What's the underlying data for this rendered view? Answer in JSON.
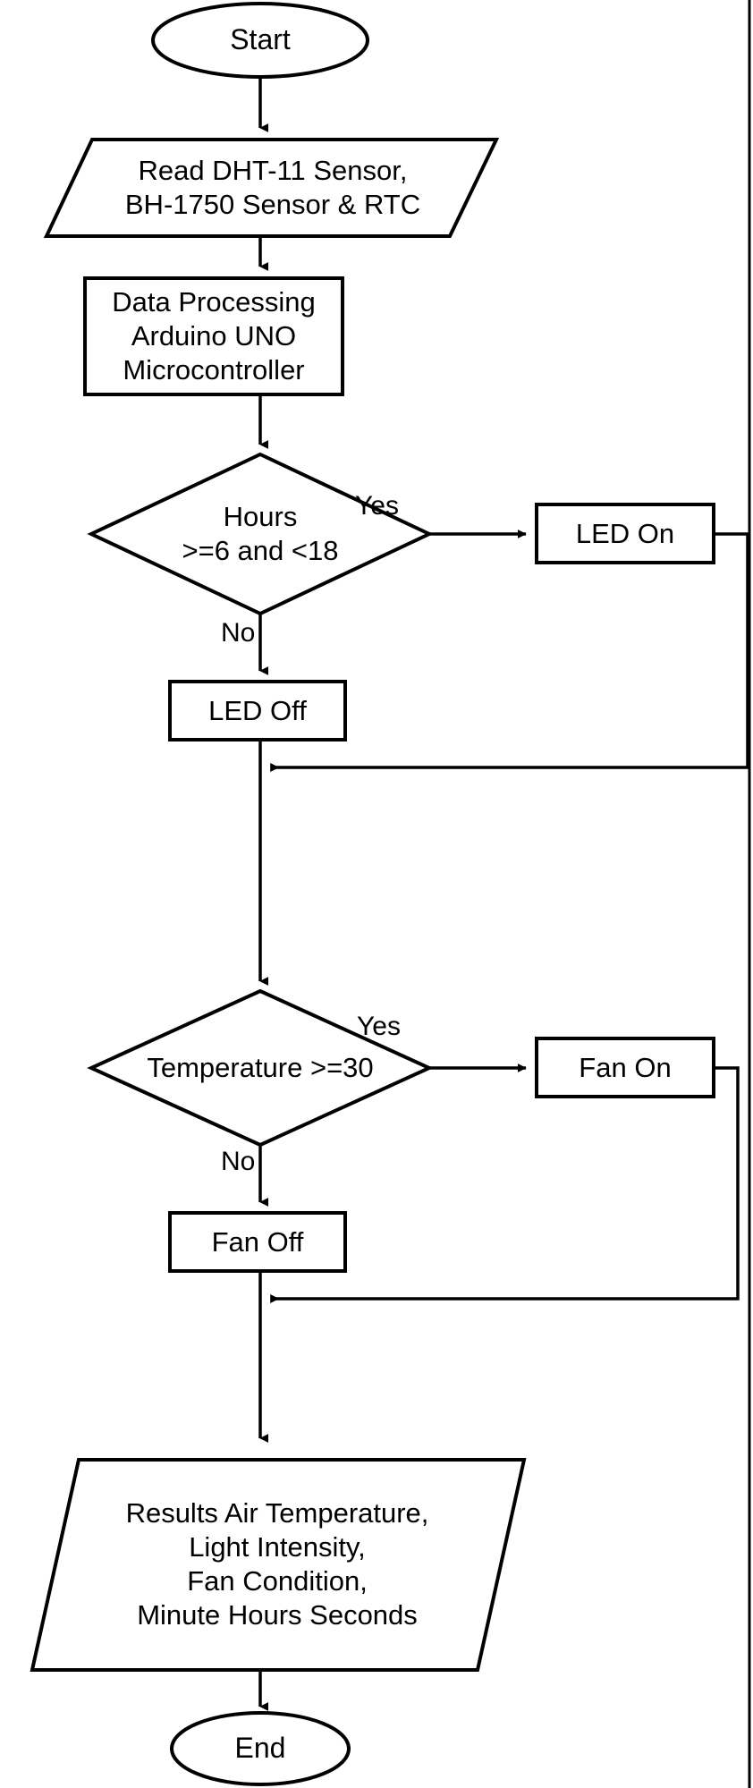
{
  "diagram": {
    "type": "flowchart",
    "title": "Arduino UNO environmental monitoring flowchart",
    "colors": {
      "stroke": "#000000",
      "fill": "#ffffff",
      "text": "#000000",
      "background": "#ffffff"
    },
    "nodes": [
      {
        "id": "start",
        "shape": "ellipse",
        "label": "Start",
        "lines": [
          "Start"
        ]
      },
      {
        "id": "read-sensors",
        "shape": "parallelogram",
        "label": "Read DHT-11 Sensor, BH-1750 Sensor & RTC",
        "lines": [
          "Read DHT-11 Sensor,",
          "BH-1750 Sensor & RTC"
        ]
      },
      {
        "id": "data-processing",
        "shape": "rectangle",
        "label": "Data Processing Arduino UNO Microcontroller",
        "lines": [
          "Data Processing",
          "Arduino UNO",
          "Microcontroller"
        ]
      },
      {
        "id": "hours-decision",
        "shape": "diamond",
        "label": "Hours >=6 and <18",
        "lines": [
          "Hours",
          ">=6 and <18"
        ]
      },
      {
        "id": "led-on",
        "shape": "rectangle",
        "label": "LED On",
        "lines": [
          "LED On"
        ]
      },
      {
        "id": "led-off",
        "shape": "rectangle",
        "label": "LED Off",
        "lines": [
          "LED Off"
        ]
      },
      {
        "id": "temperature-decision",
        "shape": "diamond",
        "label": "Temperature >=30",
        "lines": [
          "Temperature >=30"
        ]
      },
      {
        "id": "fan-on",
        "shape": "rectangle",
        "label": "Fan On",
        "lines": [
          "Fan On"
        ]
      },
      {
        "id": "fan-off",
        "shape": "rectangle",
        "label": "Fan Off",
        "lines": [
          "Fan Off"
        ]
      },
      {
        "id": "results",
        "shape": "parallelogram",
        "label": "Results Air Temperature, Light Intensity, Fan Condition, Minute Hours Seconds",
        "lines": [
          "Results Air Temperature,",
          "Light Intensity,",
          "Fan Condition,",
          "Minute Hours Seconds"
        ]
      },
      {
        "id": "end",
        "shape": "ellipse",
        "label": "End",
        "lines": [
          "End"
        ]
      }
    ],
    "edge_labels": {
      "hours_yes": "Yes",
      "hours_no": "No",
      "temperature_yes": "Yes",
      "temperature_no": "No"
    }
  }
}
